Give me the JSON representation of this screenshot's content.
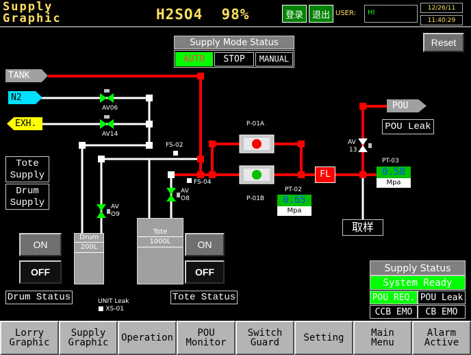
{
  "header": {
    "title_line1": "Supply",
    "title_line2": "Graphic",
    "chemical": "H2SO4",
    "level": "98%",
    "login_label": "登录",
    "logout_label": "退出",
    "user_label": "USER:",
    "user_value": "HI",
    "date": "12/26/11",
    "time": "11:40:29"
  },
  "supply_mode": {
    "title": "Supply Mode Status",
    "auto": "AUTO",
    "stop": "STOP",
    "manual": "MANUAL",
    "active": "AUTO"
  },
  "reset_label": "Reset",
  "sources": {
    "tank": "TANK",
    "n2": "N2",
    "exh": "EXH."
  },
  "valves": {
    "av06": "AV06",
    "av14": "AV14",
    "av13_a": "AV",
    "av13_b": "13",
    "av09_a": "AV",
    "av09_b": "O9",
    "av08_a": "AV",
    "av08_b": "O8"
  },
  "sensors": {
    "fs02": "FS-02",
    "fs04": "FS-04"
  },
  "pumps": {
    "p01a": "P-01A",
    "p01b": "P-01B"
  },
  "filter_label": "FL",
  "pt02": {
    "label": "PT-02",
    "value": "0.65",
    "unit": "Mpa"
  },
  "pt03": {
    "label": "PT-03",
    "value": "0.58",
    "unit": "Mpa"
  },
  "pou_label": "POU",
  "pou_leak_label": "POU Leak",
  "sample_label": "取样",
  "tote_supply": "Tote\nSupply",
  "drum_supply": "Drum\nSupply",
  "drum": {
    "name": "Drum",
    "volume": "200L"
  },
  "tote": {
    "name": "Tote",
    "volume": "1000L"
  },
  "drum_on": "ON",
  "drum_off": "OFF",
  "tote_on": "ON",
  "tote_off": "OFF",
  "drum_status": "Drum Status",
  "tote_status": "Tote Status",
  "unit_leak": {
    "title": "UNIT Leak",
    "sensor": "XS-01"
  },
  "supply_status": {
    "title": "Supply Status",
    "system": "System Ready",
    "pou_req": "POU REQ.",
    "pou_leak": "POU Leak",
    "ccb_emo": "CCB EMO",
    "cb_emo": "CB EMO"
  },
  "nav": [
    "Lorry\nGraphic",
    "Supply\nGraphic",
    "Operation",
    "POU\nMonitor",
    "Switch\nGuard",
    "Setting",
    "Main\nMenu",
    "Alarm\nActive"
  ],
  "colors": {
    "line_red": "#ff0000",
    "line_white": "#ffffff",
    "active_green": "#00ff00",
    "title_yellow": "#ffe060"
  }
}
